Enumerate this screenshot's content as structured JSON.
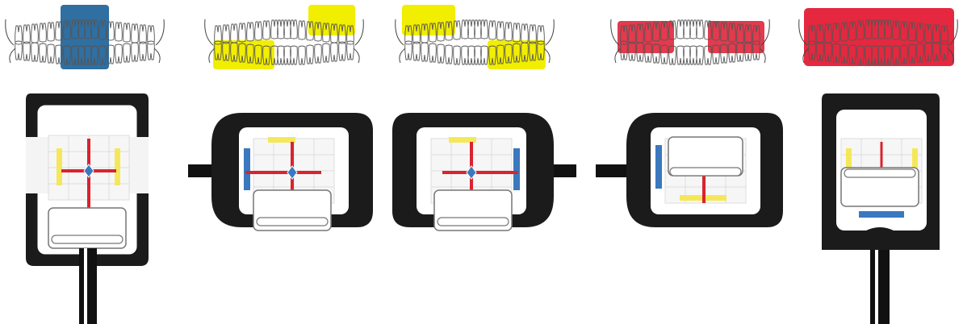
{
  "colors": {
    "anterior": "#2f6fa1",
    "bitewing": "#f2ee00",
    "posterior": "#e33a4d",
    "full": "#e5283f",
    "sensor_frame": "#1b1b1b",
    "cable": "#111111",
    "arm_red": "#d9232f",
    "arm_blue": "#3a78bf",
    "arm_yellow": "#f4e85a"
  },
  "panels": [
    {
      "id": "anterior",
      "highlight_color": "#2f6fa1",
      "icon": "dental-arch-anterior-icon"
    },
    {
      "id": "bitewing-right",
      "highlight_color": "#f2ee00",
      "icon": "dental-arch-bitewing-icon"
    },
    {
      "id": "bitewing-left",
      "highlight_color": "#f2ee00",
      "icon": "dental-arch-bitewing-icon"
    },
    {
      "id": "posterior",
      "highlight_color": "#e33a4d",
      "icon": "dental-arch-posterior-icon"
    },
    {
      "id": "full-mouth",
      "highlight_color": "#e5283f",
      "icon": "dental-arch-full-icon"
    }
  ]
}
